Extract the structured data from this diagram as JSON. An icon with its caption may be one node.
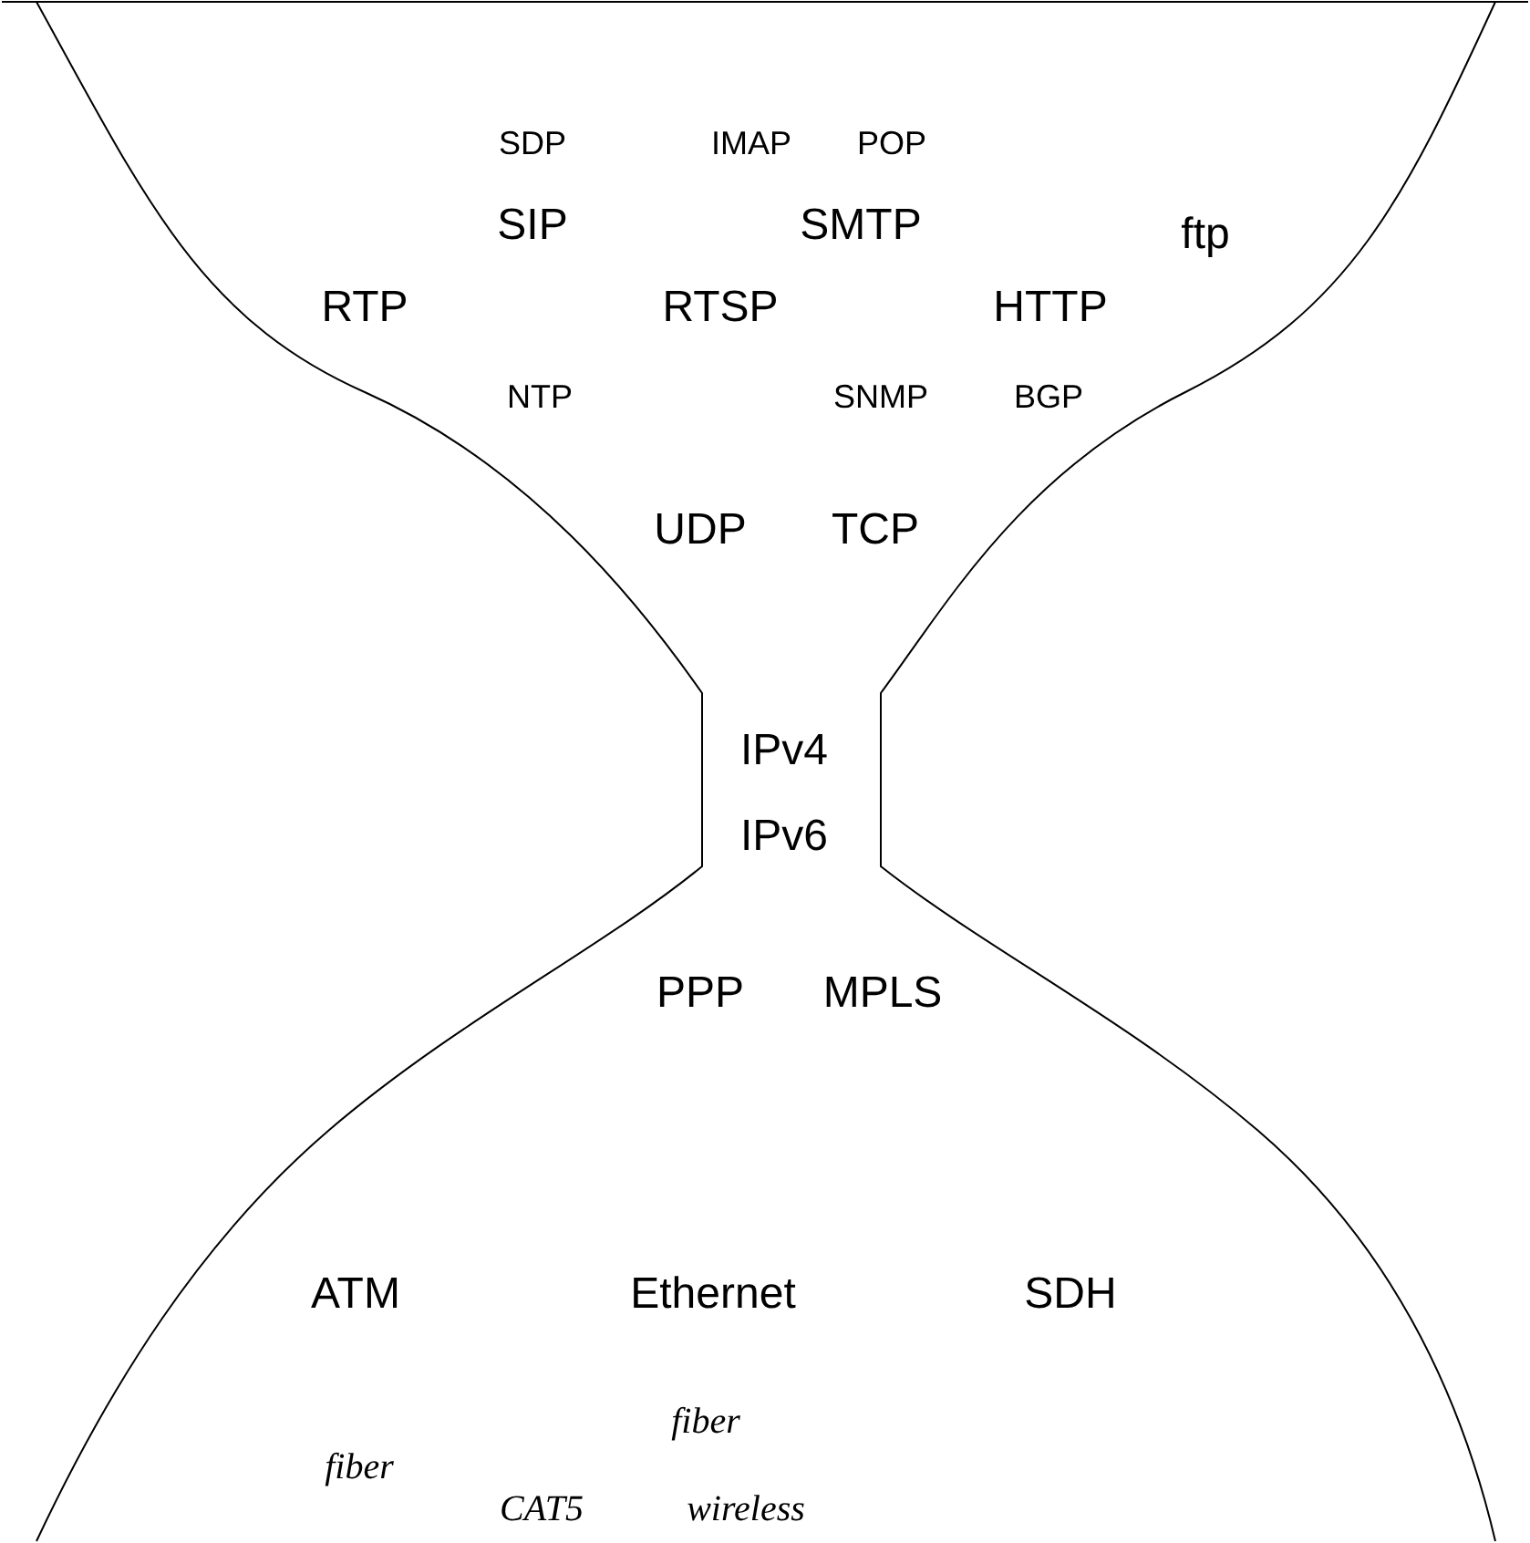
{
  "diagram": {
    "labels": [
      "SDP",
      "IMAP",
      "POP",
      "SIP",
      "SMTP",
      "ftp",
      "RTP",
      "RTSP",
      "HTTP",
      "NTP",
      "SNMP",
      "BGP",
      "UDP",
      "TCP",
      "IPv4",
      "IPv6",
      "PPP",
      "MPLS",
      "ATM",
      "Ethernet",
      "SDH",
      "fiber",
      "fiber",
      "CAT5",
      "wireless"
    ]
  }
}
